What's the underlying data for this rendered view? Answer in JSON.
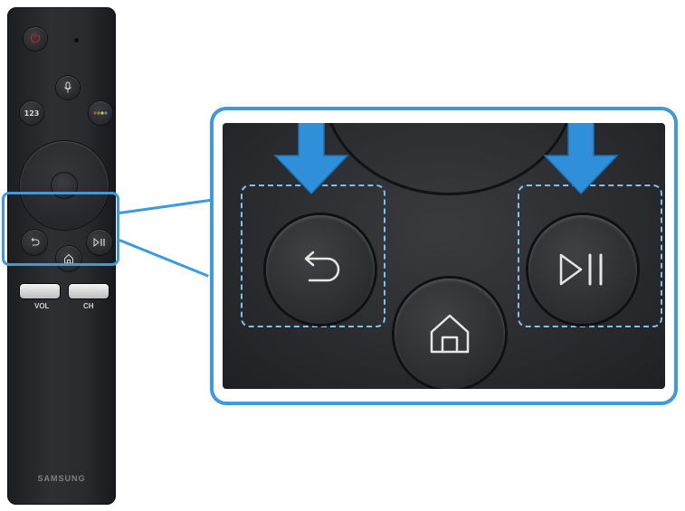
{
  "remote": {
    "brand": "SAMSUNG",
    "power_icon": "power-icon",
    "mic_icon": "microphone-icon",
    "number_button_label": "123",
    "color_button_label": "●●●●",
    "back_icon": "back-arrow-icon",
    "home_icon": "home-icon",
    "play_pause_icon": "play-pause-icon",
    "vol_label": "VOL",
    "ch_label": "CH"
  },
  "colors": {
    "highlight": "#3b9ae0",
    "dashed_outline": "#7ec0ef",
    "remote_body": "#2a2b2e",
    "power": "#c0262b"
  }
}
